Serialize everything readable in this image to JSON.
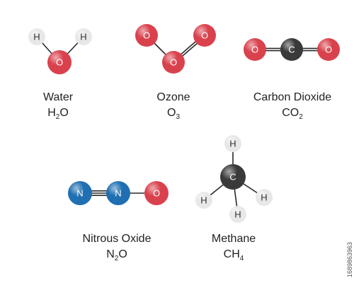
{
  "colors": {
    "oxygen": "#d9424d",
    "hydrogen": "#e8e8e8",
    "carbon": "#3a3a3a",
    "nitrogen": "#1f6fb2",
    "bond": "#2a2a2a"
  },
  "stock_id": "1689863963",
  "molecules": [
    {
      "id": "water",
      "name": "Water",
      "formula": {
        "base": "H",
        "sub": "2",
        "tail": "O"
      },
      "atoms": [
        {
          "id": "h1",
          "label": "H",
          "element": "hydrogen"
        },
        {
          "id": "h2",
          "label": "H",
          "element": "hydrogen"
        },
        {
          "id": "o1",
          "label": "O",
          "element": "oxygen"
        }
      ]
    },
    {
      "id": "ozone",
      "name": "Ozone",
      "formula": {
        "base": "O",
        "sub": "3",
        "tail": ""
      },
      "atoms": [
        {
          "id": "o1",
          "label": "O",
          "element": "oxygen"
        },
        {
          "id": "o2",
          "label": "O",
          "element": "oxygen"
        },
        {
          "id": "o3",
          "label": "O",
          "element": "oxygen"
        }
      ]
    },
    {
      "id": "carbon-dioxide",
      "name": "Carbon Dioxide",
      "formula": {
        "base": "CO",
        "sub": "2",
        "tail": ""
      },
      "atoms": [
        {
          "id": "o1",
          "label": "O",
          "element": "oxygen"
        },
        {
          "id": "c1",
          "label": "C",
          "element": "carbon"
        },
        {
          "id": "o2",
          "label": "O",
          "element": "oxygen"
        }
      ]
    },
    {
      "id": "nitrous-oxide",
      "name": "Nitrous Oxide",
      "formula": {
        "base": "N",
        "sub": "2",
        "tail": "O"
      },
      "atoms": [
        {
          "id": "n1",
          "label": "N",
          "element": "nitrogen"
        },
        {
          "id": "n2",
          "label": "N",
          "element": "nitrogen"
        },
        {
          "id": "o1",
          "label": "O",
          "element": "oxygen"
        }
      ]
    },
    {
      "id": "methane",
      "name": "Methane",
      "formula": {
        "base": "CH",
        "sub": "4",
        "tail": ""
      },
      "atoms": [
        {
          "id": "h1",
          "label": "H",
          "element": "hydrogen"
        },
        {
          "id": "c1",
          "label": "C",
          "element": "carbon"
        },
        {
          "id": "h2",
          "label": "H",
          "element": "hydrogen"
        },
        {
          "id": "h3",
          "label": "H",
          "element": "hydrogen"
        },
        {
          "id": "h4",
          "label": "H",
          "element": "hydrogen"
        }
      ]
    }
  ]
}
